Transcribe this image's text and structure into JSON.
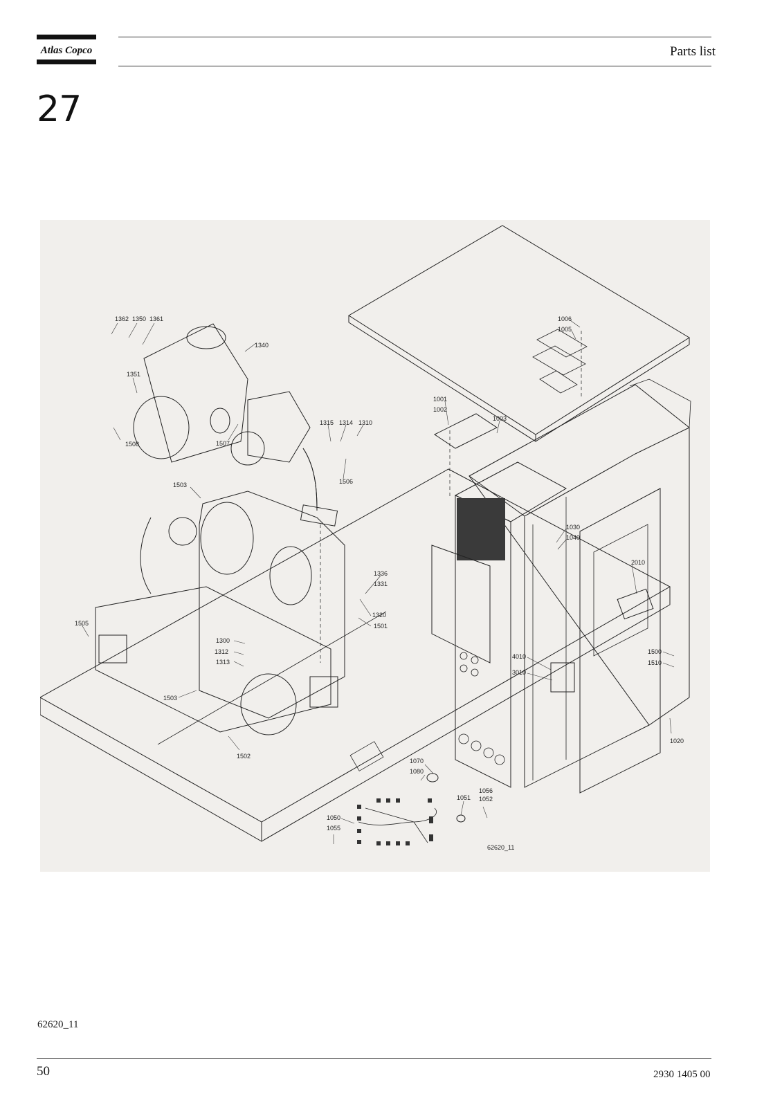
{
  "header": {
    "logo_text": "Atlas Copco",
    "section_title": "Parts list"
  },
  "section_number": "27",
  "figure": {
    "figure_id": "62620_11",
    "part_labels": {
      "p1362": "1362",
      "p1350": "1350",
      "p1361": "1361",
      "p1340": "1340",
      "p1351": "1351",
      "p1508": "1508",
      "p1507": "1507",
      "p1315": "1315",
      "p1314": "1314",
      "p1310": "1310",
      "p1506": "1506",
      "p1503a": "1503",
      "p1336": "1336",
      "p1331": "1331",
      "p1320": "1320",
      "p1501": "1501",
      "p1505": "1505",
      "p1300": "1300",
      "p1312": "1312",
      "p1313": "1313",
      "p1503b": "1503",
      "p1502": "1502",
      "p1006": "1006",
      "p1005": "1005",
      "p1001": "1001",
      "p1002": "1002",
      "p1003": "1003",
      "p1030": "1030",
      "p1040": "1040",
      "p2010": "2010",
      "p4010": "4010",
      "p3010": "3010",
      "p1500": "1500",
      "p1510": "1510",
      "p1020": "1020",
      "p1070": "1070",
      "p1080": "1080",
      "p1056": "1056",
      "p1052": "1052",
      "p1051": "1051",
      "p1050": "1050",
      "p1055": "1055"
    }
  },
  "footer": {
    "figure_ref": "62620_11",
    "page_number": "50",
    "doc_number": "2930 1405 00"
  }
}
